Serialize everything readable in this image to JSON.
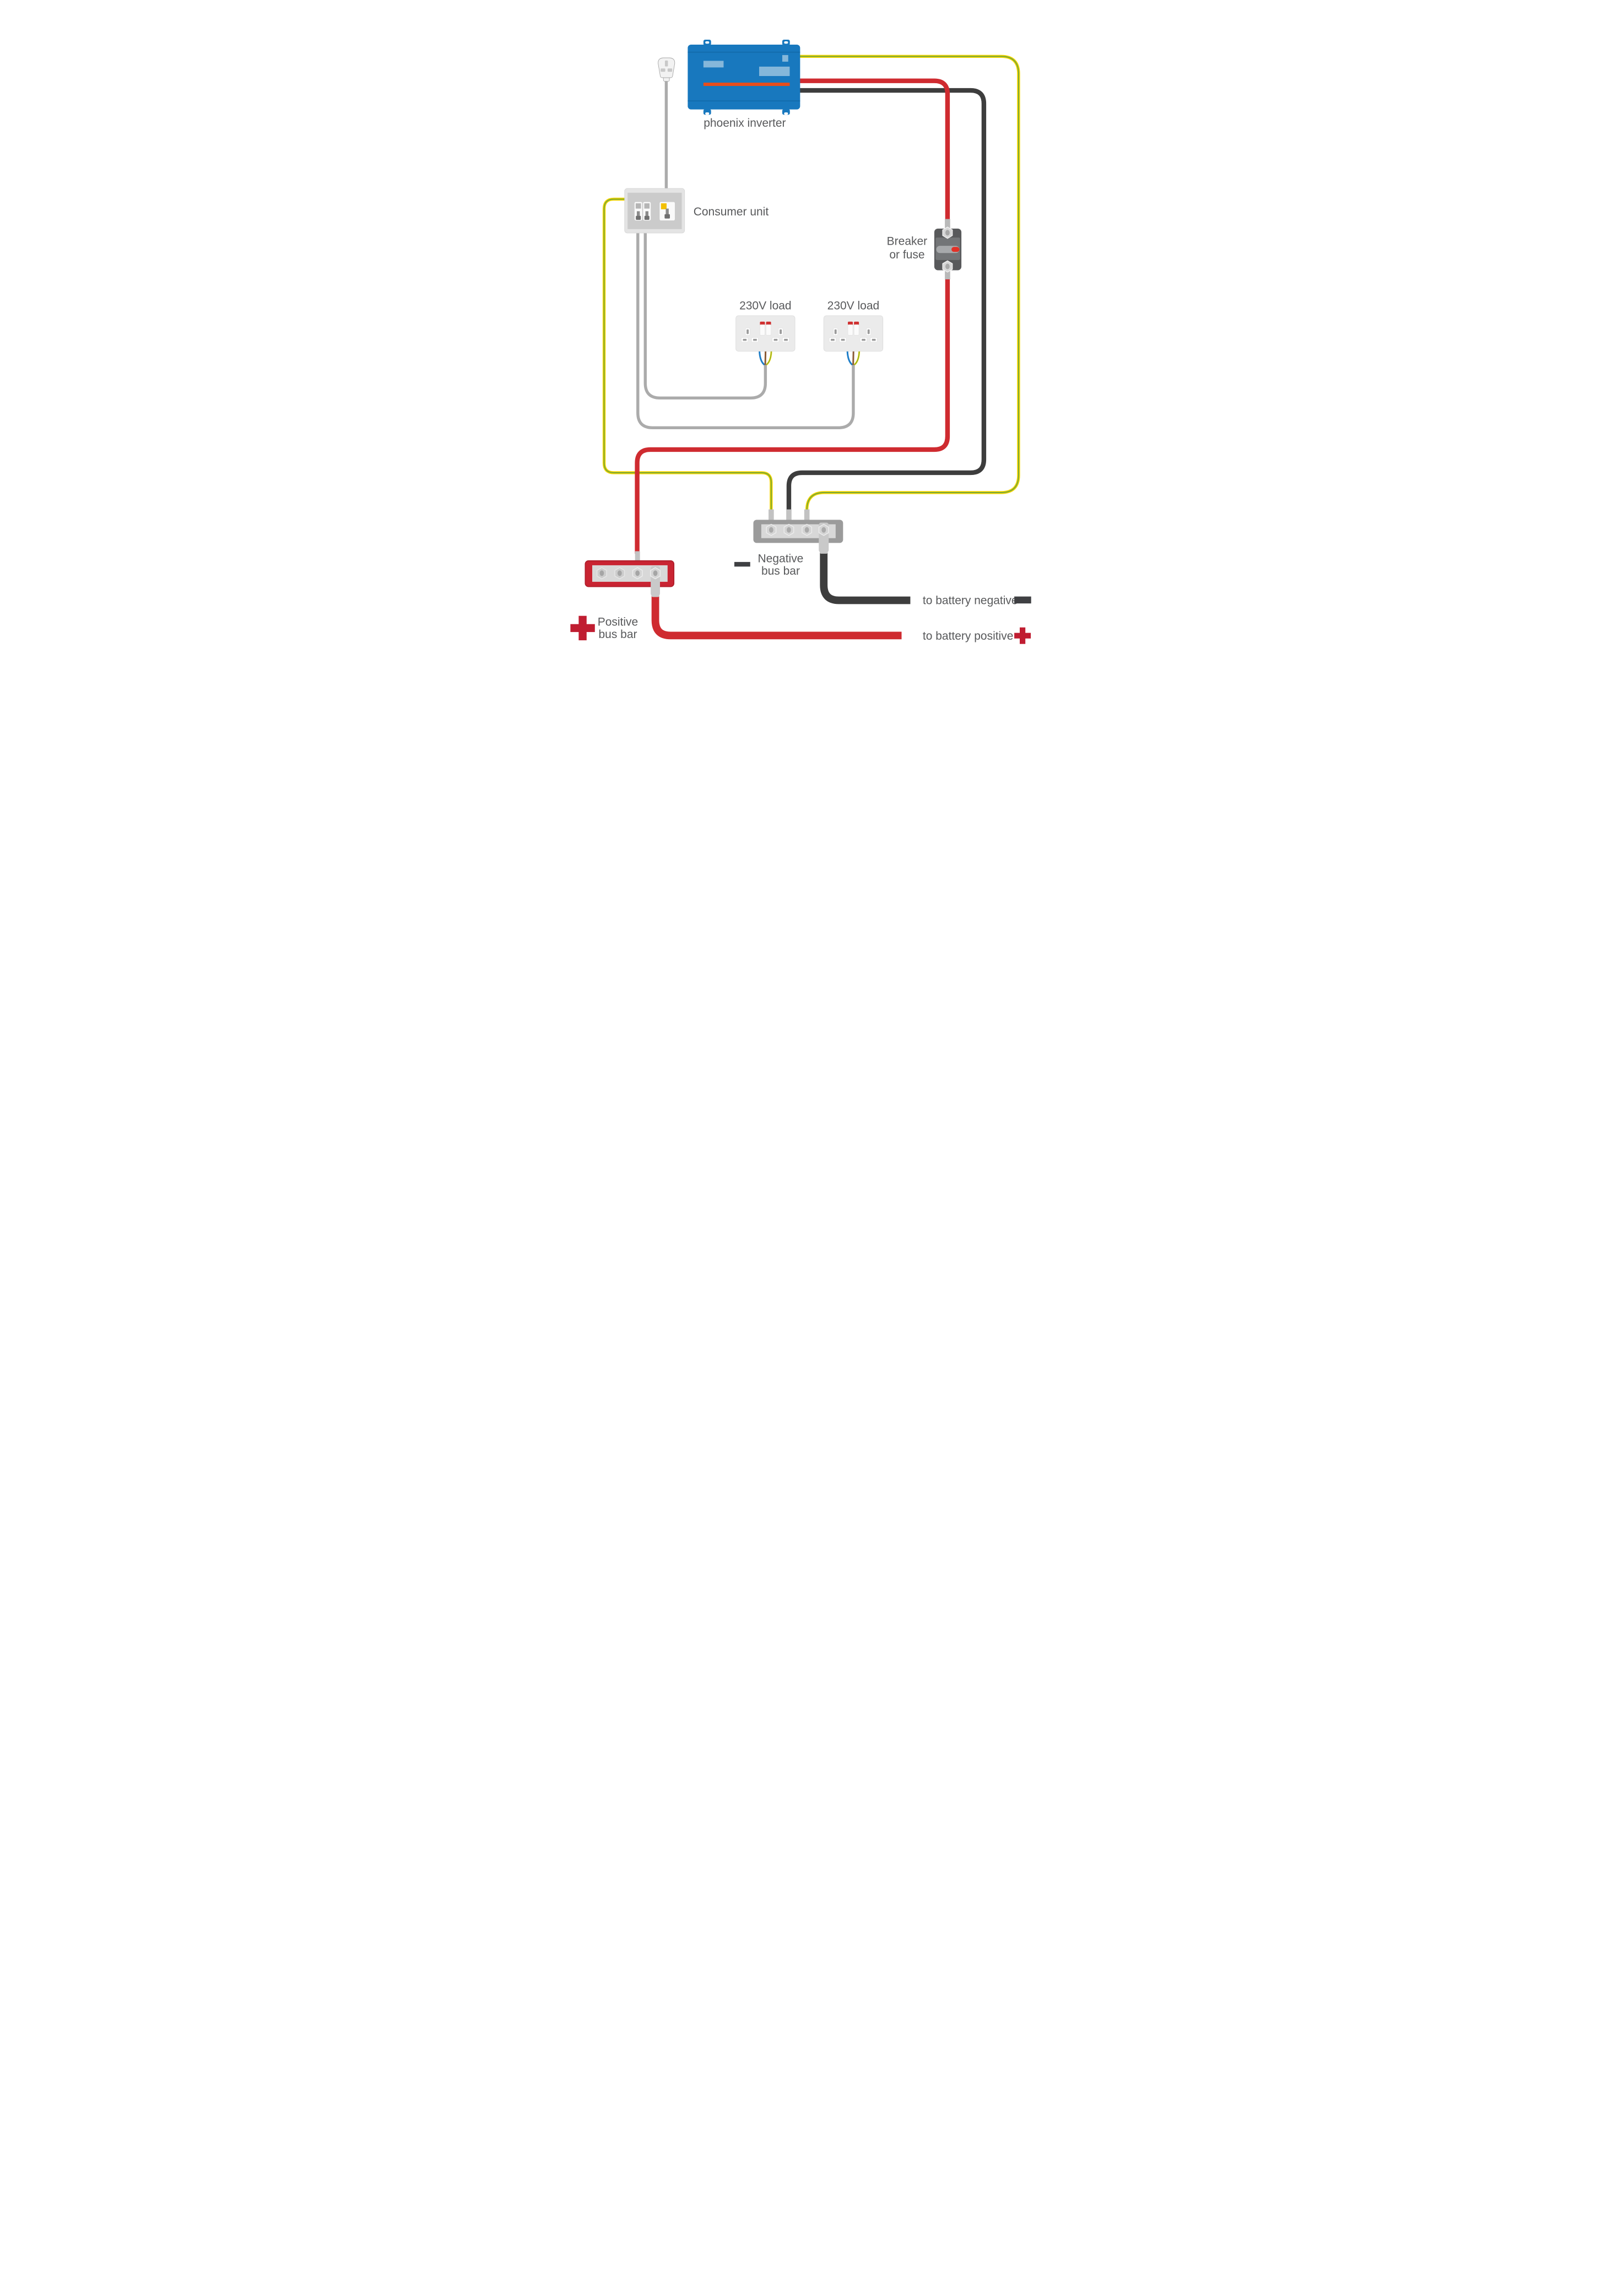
{
  "labels": {
    "inverter": "phoenix inverter",
    "consumer_unit": "Consumer unit",
    "breaker_line1": "Breaker",
    "breaker_line2": "or fuse",
    "load1": "230V load",
    "load2": "230V load",
    "negative_bus_line1": "Negative",
    "negative_bus_line2": "bus bar",
    "positive_bus_line1": "Positive",
    "positive_bus_line2": "bus bar",
    "battery_negative": "to battery negative",
    "battery_positive": "to battery positive"
  },
  "colors": {
    "background": "#ffffff",
    "text": "#58595b",
    "inverter_blue": "#1878be",
    "inverter_panel_blue": "#85b7da",
    "inverter_stripe_orange": "#e84e1b",
    "wire_red": "#cf2b30",
    "wire_black": "#3d3d3d",
    "wire_gray": "#ababab",
    "earth_yellow": "#f3d400",
    "earth_green": "#6fa43a",
    "tail_blue": "#1e7ec8",
    "tail_brown": "#8a5a35",
    "bus_positive_red": "#c92432",
    "bus_negative_gray": "#9b9b9b",
    "bus_panel_gray": "#d8d8d8",
    "metal_light": "#c9c9c9",
    "breaker_dark": "#58595b",
    "breaker_mid": "#737577",
    "breaker_bar": "#a7a9ab",
    "breaker_red": "#e23127",
    "socket_plate": "#ebebeb",
    "switch_red": "#d02f2f",
    "rcd_yellow": "#f3c000",
    "plug_body": "#f2f2f2",
    "consumer_outer": "#e4e4e4",
    "consumer_inner": "#cbcbcb",
    "symbol_red": "#c01d31",
    "symbol_dark": "#3f4043"
  }
}
